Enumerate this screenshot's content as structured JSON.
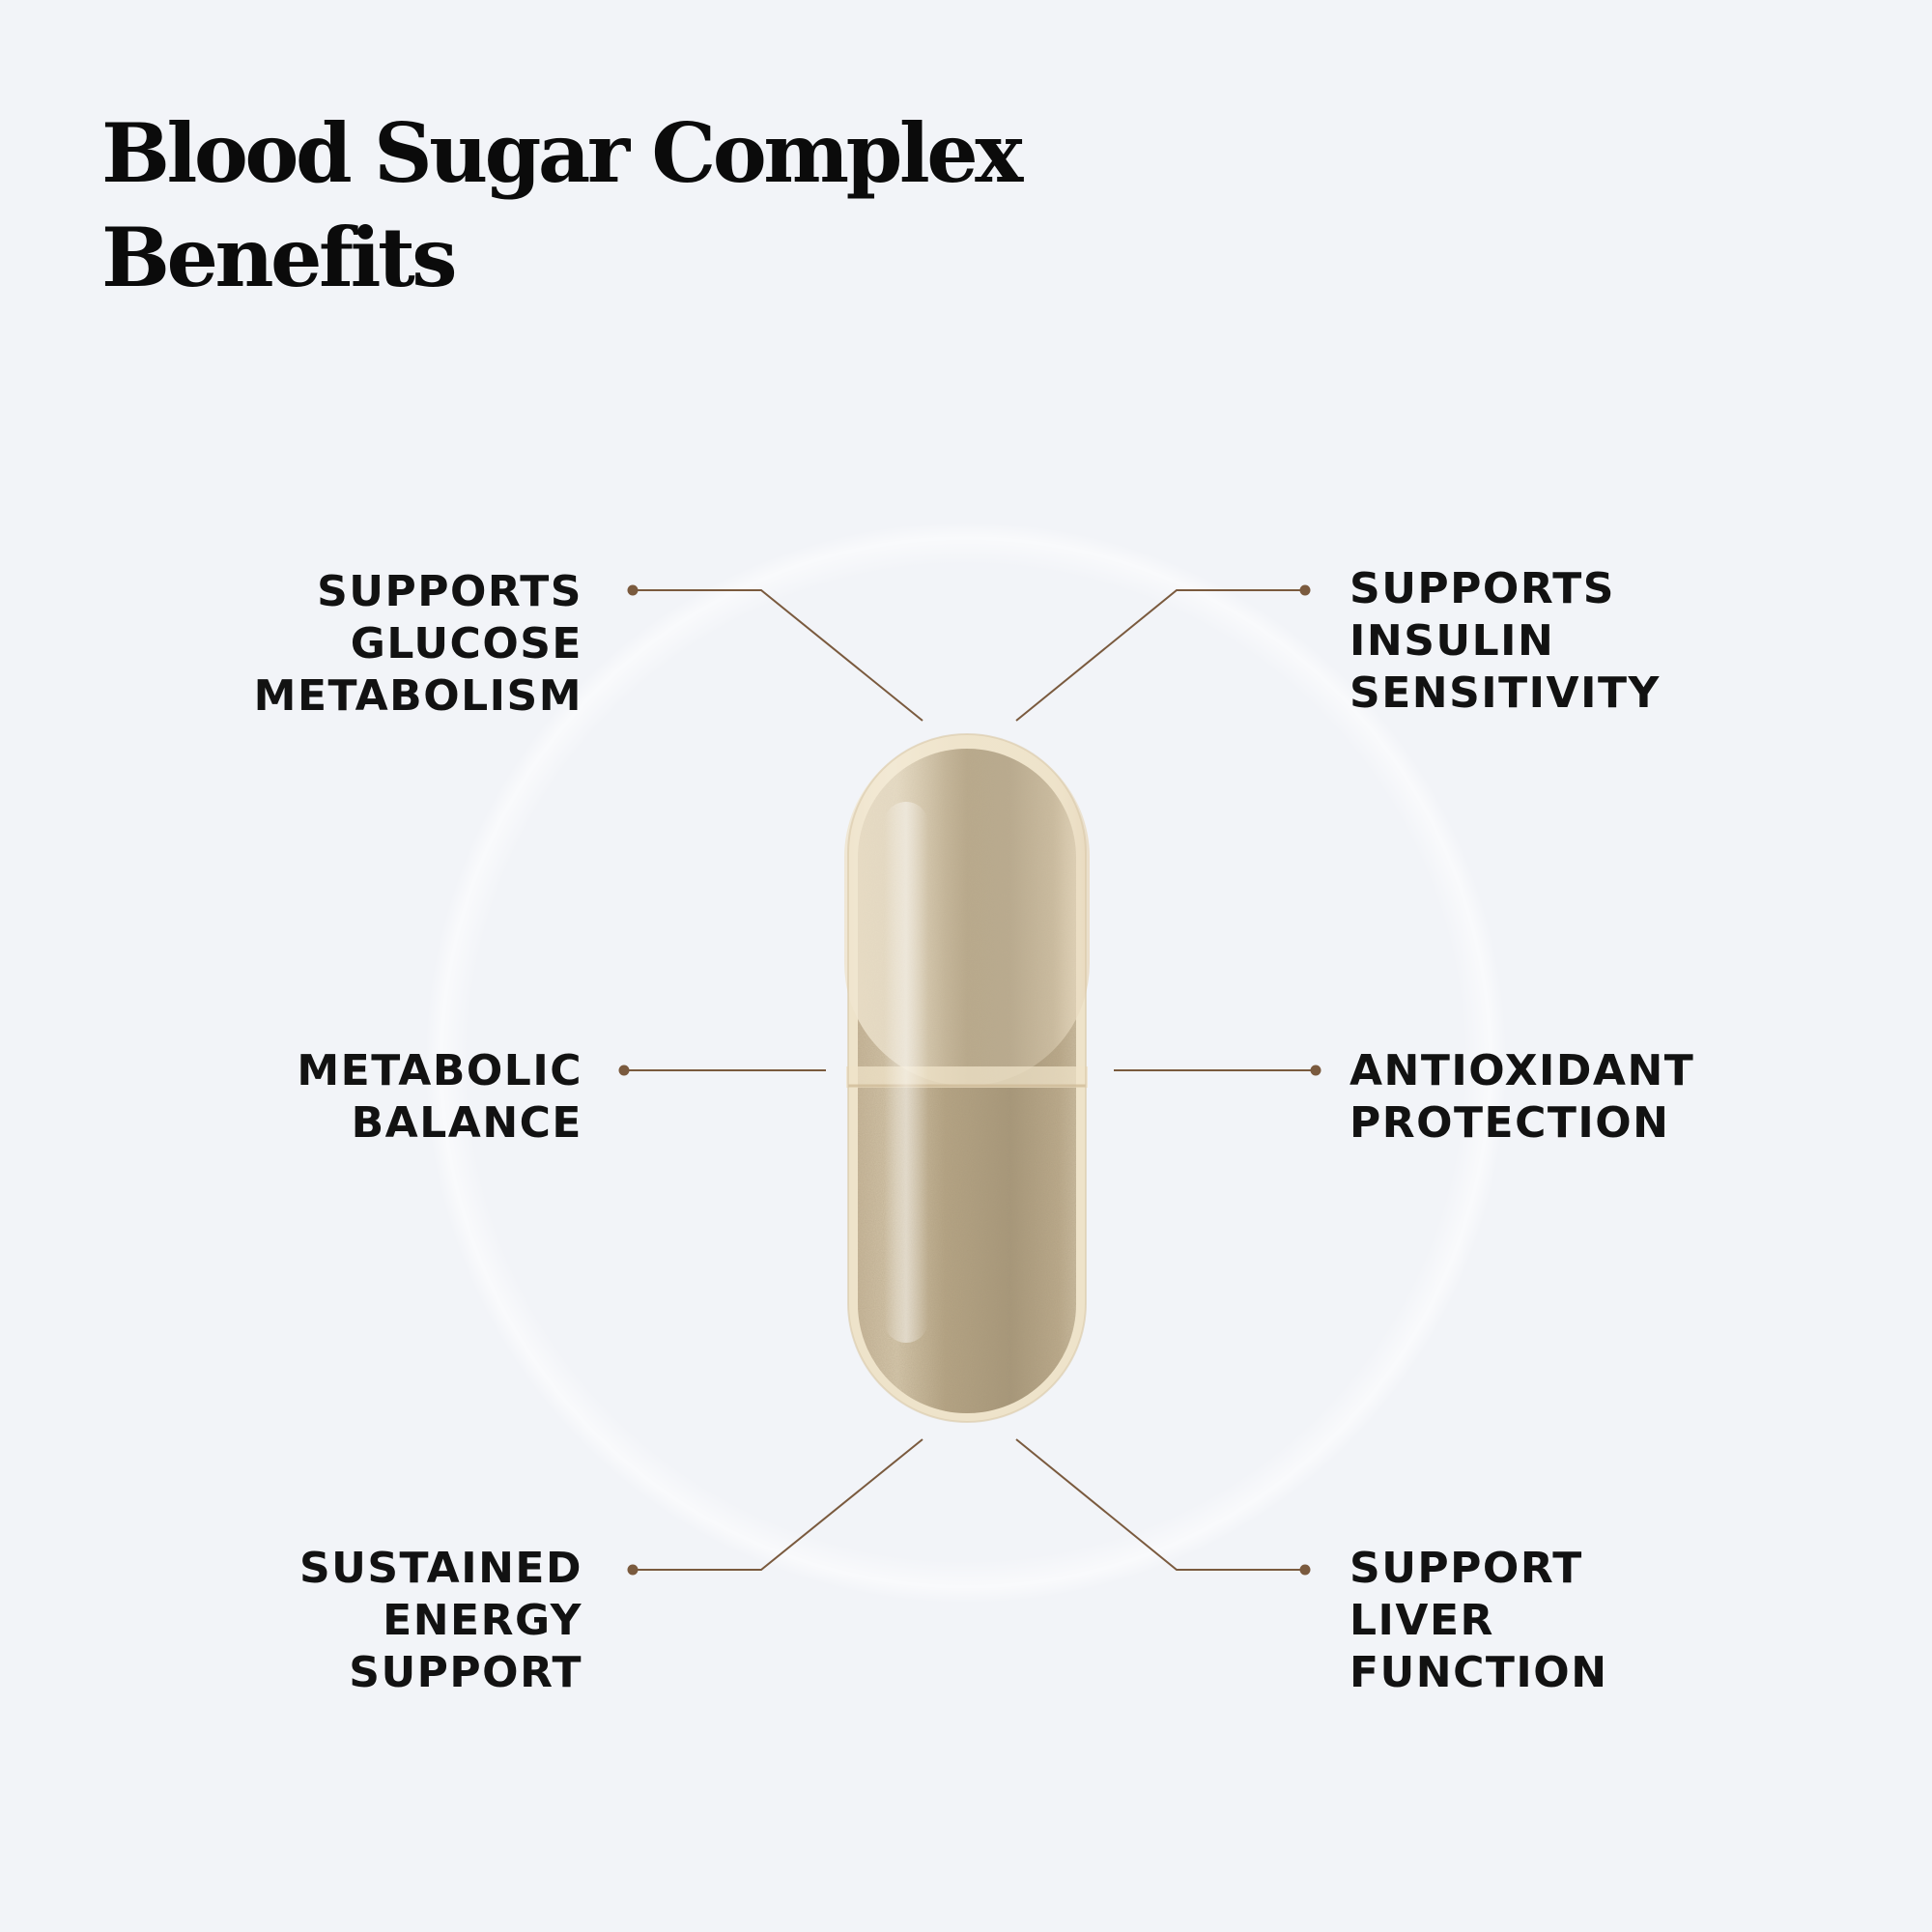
{
  "title": {
    "line1": "Blood Sugar Complex",
    "line2": "Benefits"
  },
  "benefits": {
    "top_left": [
      "SUPPORTS",
      "GLUCOSE",
      "METABOLISM"
    ],
    "top_right": [
      "SUPPORTS",
      "INSULIN",
      "SENSITIVITY"
    ],
    "mid_left": [
      "METABOLIC",
      "BALANCE"
    ],
    "mid_right": [
      "ANTIOXIDANT",
      "PROTECTION"
    ],
    "bottom_left": [
      "SUSTAINED",
      "ENERGY",
      "SUPPORT"
    ],
    "bottom_right": [
      "SUPPORT",
      "LIVER",
      "FUNCTION"
    ]
  },
  "colors": {
    "background": "#f2f4f8",
    "connector": "#7a5a3e",
    "text": "#121212",
    "capsule_powder": "#b9a889",
    "capsule_shell": "#e8dcc4"
  }
}
